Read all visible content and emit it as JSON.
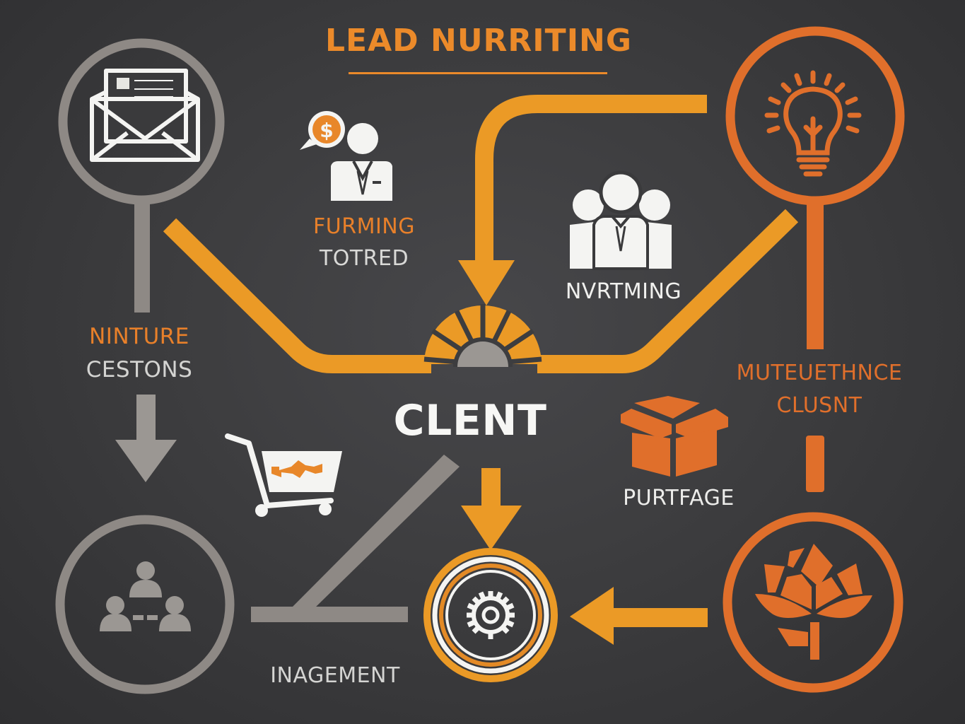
{
  "colors": {
    "background": "#3a3a3c",
    "amber": "#eb9a26",
    "orange": "#e06f2b",
    "gray": "#8e8985",
    "white": "#f4f4f2",
    "light_text": "#d9d9d7"
  },
  "title": {
    "text": "LEAD NURRITING"
  },
  "center": {
    "label": "CLENT",
    "icon": "sunburst-half-icon"
  },
  "nodes": [
    {
      "id": "email",
      "icon": "envelope-icon",
      "shape": "magnifier-ring",
      "color": "gray"
    },
    {
      "id": "idea",
      "icon": "lightbulb-icon",
      "shape": "magnifier-ring",
      "color": "orange"
    },
    {
      "id": "team",
      "icon": "people-network-icon",
      "shape": "ring",
      "color": "gray"
    },
    {
      "id": "process",
      "icon": "gear-icon",
      "shape": "concentric-ring",
      "color": "amber"
    },
    {
      "id": "growth",
      "icon": "lotus-icon",
      "shape": "ring",
      "color": "orange"
    }
  ],
  "labels": {
    "furming": {
      "line1": "FURMING",
      "line2": "TOTRED",
      "icon": "salesperson-dollar-icon"
    },
    "nurtming": {
      "text": "NVRTMING",
      "icon": "group-people-icon"
    },
    "ninture": {
      "line1": "NINTURE",
      "line2": "CESTONS"
    },
    "muteuethnce": {
      "line1": "MUTEUETHNCE",
      "line2": "CLUSNT"
    },
    "purtfage": {
      "text": "PURTFAGE",
      "icon": "box-icon"
    },
    "cart": {
      "icon": "shopping-cart-icon"
    },
    "inagement": {
      "text": "INAGEMENT"
    }
  }
}
